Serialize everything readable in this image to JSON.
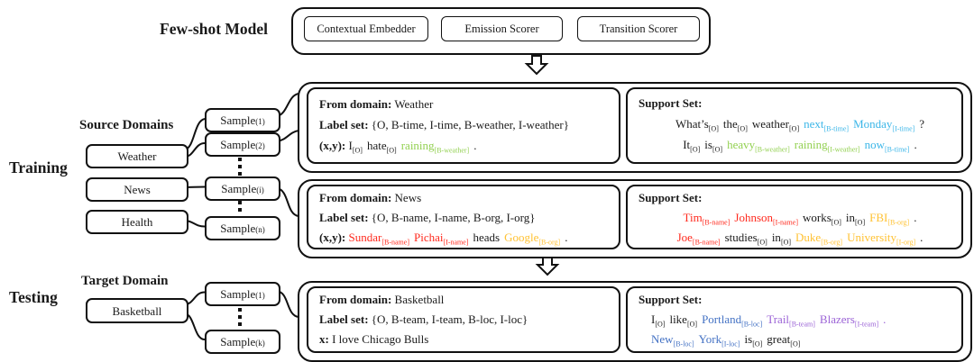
{
  "colors": {
    "o": "#1a1a1a",
    "time": "#3bb6e8",
    "weather": "#92d050",
    "name": "#ff2a1e",
    "org": "#ffc234",
    "loc": "#4472c4",
    "team": "#9b63d6"
  },
  "few_shot": {
    "label": "Few-shot Model",
    "components": [
      "Contextual Embedder",
      "Emission Scorer",
      "Transition Scorer"
    ]
  },
  "training": {
    "section_label": "Training",
    "group_label": "Source Domains",
    "domains": [
      "Weather",
      "News",
      "Health"
    ],
    "samples": [
      {
        "base": "Sample",
        "sub": "(1)"
      },
      {
        "base": "Sample",
        "sub": "(2)"
      },
      {
        "base": "Sample",
        "sub": "(i)"
      },
      {
        "base": "Sample",
        "sub": "(n)"
      }
    ]
  },
  "testing": {
    "section_label": "Testing",
    "group_label": "Target Domain",
    "domains": [
      "Basketball"
    ],
    "samples": [
      {
        "base": "Sample",
        "sub": "(1)"
      },
      {
        "base": "Sample",
        "sub": "(k)"
      }
    ]
  },
  "rows": [
    {
      "from_domain_label": "From domain:",
      "from_domain": "Weather",
      "label_set_label": "Label set:",
      "label_set": "{O, B-time, I-time, B-weather, I-weather}",
      "xy_label": "(x,y):",
      "xy_tokens": [
        {
          "w": "I",
          "tag": "[O]",
          "c": "o"
        },
        {
          "w": "hate",
          "tag": "[O]",
          "c": "o"
        },
        {
          "w": "raining",
          "tag": "[B-weather]",
          "c": "weather"
        },
        {
          "w": ".",
          "c": "o"
        }
      ],
      "support_label": "Support Set:",
      "support_lines": [
        [
          {
            "w": "What’s",
            "tag": "[O]",
            "c": "o"
          },
          {
            "w": "the",
            "tag": "[O]",
            "c": "o"
          },
          {
            "w": "weather",
            "tag": "[O]",
            "c": "o"
          },
          {
            "w": "next",
            "tag": "[B-time]",
            "c": "time"
          },
          {
            "w": "Monday",
            "tag": "[I-time]",
            "c": "time"
          },
          {
            "w": "?",
            "c": "o"
          }
        ],
        [
          {
            "w": "It",
            "tag": "[O]",
            "c": "o"
          },
          {
            "w": "is",
            "tag": "[O]",
            "c": "o"
          },
          {
            "w": "heavy",
            "tag": "[B-weather]",
            "c": "weather"
          },
          {
            "w": "raining",
            "tag": "[I-weather]",
            "c": "weather"
          },
          {
            "w": "now",
            "tag": "[B-time]",
            "c": "time"
          },
          {
            "w": ".",
            "c": "o"
          }
        ]
      ]
    },
    {
      "from_domain_label": "From domain:",
      "from_domain": "News",
      "label_set_label": "Label set:",
      "label_set": "{O, B-name, I-name, B-org, I-org}",
      "xy_label": "(x,y):",
      "xy_tokens": [
        {
          "w": "Sundar",
          "tag": "[B-name]",
          "c": "name"
        },
        {
          "w": "Pichai",
          "tag": "[I-name]",
          "c": "name"
        },
        {
          "w": "heads",
          "c": "o"
        },
        {
          "w": "Google",
          "tag": "[B-org]",
          "c": "org"
        },
        {
          "w": ".",
          "c": "o"
        }
      ],
      "support_label": "Support Set:",
      "support_lines": [
        [
          {
            "w": "Tim",
            "tag": "[B-name]",
            "c": "name"
          },
          {
            "w": "Johnson",
            "tag": "[I-name]",
            "c": "name"
          },
          {
            "w": "works",
            "tag": "[O]",
            "c": "o"
          },
          {
            "w": "in",
            "tag": "[O]",
            "c": "o"
          },
          {
            "w": "FBI",
            "tag": "[B-org]",
            "c": "org"
          },
          {
            "w": ".",
            "c": "o"
          }
        ],
        [
          {
            "w": "Joe",
            "tag": "[B-name]",
            "c": "name"
          },
          {
            "w": "studies",
            "tag": "[O]",
            "c": "o"
          },
          {
            "w": "in",
            "tag": "[O]",
            "c": "o"
          },
          {
            "w": "Duke",
            "tag": "[B-org]",
            "c": "org"
          },
          {
            "w": "University",
            "tag": "[I-org]",
            "c": "org"
          },
          {
            "w": ".",
            "c": "o"
          }
        ]
      ]
    },
    {
      "from_domain_label": "From domain:",
      "from_domain": "Basketball",
      "label_set_label": "Label set:",
      "label_set": "{O, B-team, I-team, B-loc, I-loc}",
      "xy_label": "x:",
      "xy_tokens": [
        {
          "w": "I love Chicago Bulls",
          "c": "o"
        }
      ],
      "support_label": "Support Set:",
      "support_lines": [
        [
          {
            "w": "I",
            "tag": "[O]",
            "c": "o"
          },
          {
            "w": "like",
            "tag": "[O]",
            "c": "o"
          },
          {
            "w": "Portland",
            "tag": "[B-loc]",
            "c": "loc"
          },
          {
            "w": "Trail",
            "tag": "[B-team]",
            "c": "team"
          },
          {
            "w": "Blazers",
            "tag": "[I-team]",
            "c": "team"
          },
          {
            "w": ".",
            "c": "team"
          }
        ],
        [
          {
            "w": "New",
            "tag": "[B-loc]",
            "c": "loc"
          },
          {
            "w": "York",
            "tag": "[I-loc]",
            "c": "loc"
          },
          {
            "w": "is",
            "tag": "[O]",
            "c": "o"
          },
          {
            "w": "great",
            "tag": "[O]",
            "c": "o"
          }
        ]
      ]
    }
  ],
  "icons": {
    "down_arrow": "down-arrow"
  }
}
